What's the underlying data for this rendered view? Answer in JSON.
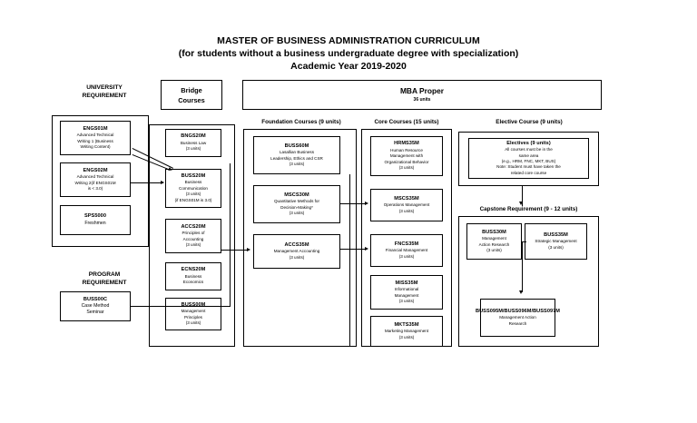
{
  "header": {
    "line1": "MASTER OF BUSINESS ADMINISTRATION CURRICULUM",
    "line2": "(for students without a business undergraduate degree with specialization)",
    "line3": "Academic Year 2019-2020"
  },
  "left": {
    "university_requirement_label": "UNIVERSITY\nREQUIREMENT",
    "university_requirement_line1": "UNIVERSITY",
    "university_requirement_line2": "REQUIREMENT",
    "program_requirement_line1": "PROGRAM",
    "program_requirement_line2": "REQUIREMENT",
    "courses": [
      {
        "code": "ENGS01M",
        "lines": [
          "Advanced Technical",
          "Writing  1 (Business",
          "Writing  Content)"
        ]
      },
      {
        "code": "ENGS02M",
        "lines": [
          "Advanced Technical",
          "Writing   2(if ENGS01M",
          "is < 3.0)"
        ]
      },
      {
        "code": "SPS5000",
        "lines": [
          "Freshmen"
        ]
      }
    ],
    "program_course": {
      "code": "BUSS00C",
      "lines": [
        "Case Method",
        "Seminar"
      ]
    }
  },
  "bridge": {
    "title_line1": "Bridge",
    "title_line2": "Courses",
    "courses": [
      {
        "code": "BNGS20M",
        "lines": [
          "Business Law",
          "(3 units)"
        ]
      },
      {
        "code": "BUSS20M",
        "lines": [
          "Business",
          "Communication",
          "(3 units)",
          "(if ENGS01M is 3.0)"
        ]
      },
      {
        "code": "ACCS20M",
        "lines": [
          "Principles of",
          "Accounting",
          "(3 units)"
        ]
      },
      {
        "code": "ECNS20M",
        "lines": [
          "Business",
          "Economics"
        ]
      },
      {
        "code": "BUSS00M",
        "lines": [
          "Management",
          "Principles",
          "(3 units)"
        ]
      }
    ]
  },
  "mba_proper": {
    "title": "MBA Proper",
    "subtitle": "36 units"
  },
  "foundation": {
    "label": "Foundation Courses (9 units)",
    "courses": [
      {
        "code": "BUSS60M",
        "lines": [
          "Lasallian Business",
          "Leadership, Ethics and CSR",
          "(3 units)"
        ]
      },
      {
        "code": "MSCS30M",
        "lines": [
          "Quantitative Methods for",
          "Decision-Making*",
          "(3 units)"
        ]
      },
      {
        "code": "ACCS35M",
        "lines": [
          "Management Accounting",
          "(3 units)"
        ]
      }
    ]
  },
  "core": {
    "label": "Core Courses (15 units)",
    "courses": [
      {
        "code": "HRMS35M",
        "lines": [
          "Human Resource",
          "Management with",
          "Organizational Behavior",
          "(3 units)"
        ]
      },
      {
        "code": "MSCS35M",
        "lines": [
          "Operations Management",
          "(3 units)"
        ]
      },
      {
        "code": "FNCS35M",
        "lines": [
          "Financial Management",
          "(3 units)"
        ]
      },
      {
        "code": "MISS35M",
        "lines": [
          "Informational",
          "Management",
          "(3 units)"
        ]
      },
      {
        "code": "MKTS35M",
        "lines": [
          "Marketing Management",
          "(3 units)"
        ]
      }
    ]
  },
  "elective": {
    "label": "Elective Course (9 units)",
    "course": {
      "code": "Electives (9 units)",
      "lines": [
        "All courses must be in the",
        "same area",
        "(e.g., HRM, FNC, MKT, BUS)",
        "Note: Student must have taken the",
        "related core course"
      ]
    }
  },
  "capstone": {
    "label": "Capstone Requirement (9 - 12 units)",
    "courses": [
      {
        "code": "BUSS30M",
        "lines": [
          "Management",
          "Action Research",
          "(3 units)"
        ]
      },
      {
        "code": "BUSS35M",
        "lines": [
          "Strategic Management",
          "(3 units)"
        ]
      },
      {
        "code": "BUSS095M/BUSS096M/BUSS097M",
        "lines": [
          "Management  Action",
          "Research"
        ]
      }
    ]
  }
}
